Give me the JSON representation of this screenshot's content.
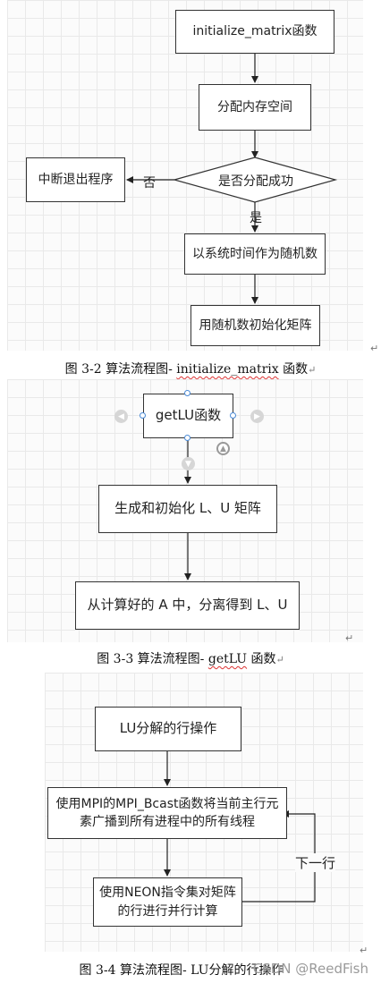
{
  "figure1": {
    "title_box": "initialize_matrix函数",
    "alloc_box": "分配内存空间",
    "decision": "是否分配成功",
    "exit_box": "中断退出程序",
    "no_label": "否",
    "yes_label": "是",
    "seed_box": "以系统时间作为随机数",
    "init_box": "用随机数初始化矩阵",
    "caption_prefix": "图 3-2  算法流程图- ",
    "caption_code": "initialize_matrix",
    "caption_suffix": " 函数"
  },
  "figure2": {
    "title_box": "getLU函数",
    "gen_box": "生成和初始化 L、U 矩阵",
    "split_box": "从计算好的 A 中，分离得到 L、U",
    "caption_prefix": "图 3-3  算法流程图- ",
    "caption_code": "getLU",
    "caption_suffix": " 函数"
  },
  "figure3": {
    "title_box": "LU分解的行操作",
    "bcast_box": "使用MPI的MPI_Bcast函数将当前主行元素广播到所有进程中的所有线程",
    "neon_box": "使用NEON指令集对矩阵的行进行并行计算",
    "loop_label": "下一行",
    "caption": "图 3-4  算法流程图- LU分解的行操作"
  },
  "watermark": "CSDN @ReedFish",
  "return_mark": "↵"
}
